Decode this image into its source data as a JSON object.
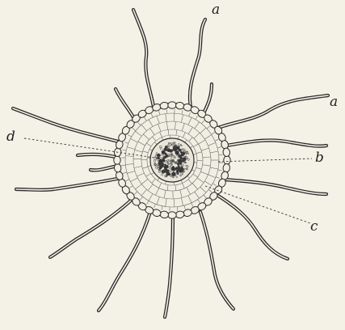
{
  "figure": {
    "labels": {
      "a_top": "a",
      "a_right": "a",
      "b": "b",
      "c": "c",
      "d": "d"
    },
    "colors": {
      "background": "#f4f1e6",
      "ink": "#2a2a2a",
      "core_dark": "#555555"
    }
  }
}
